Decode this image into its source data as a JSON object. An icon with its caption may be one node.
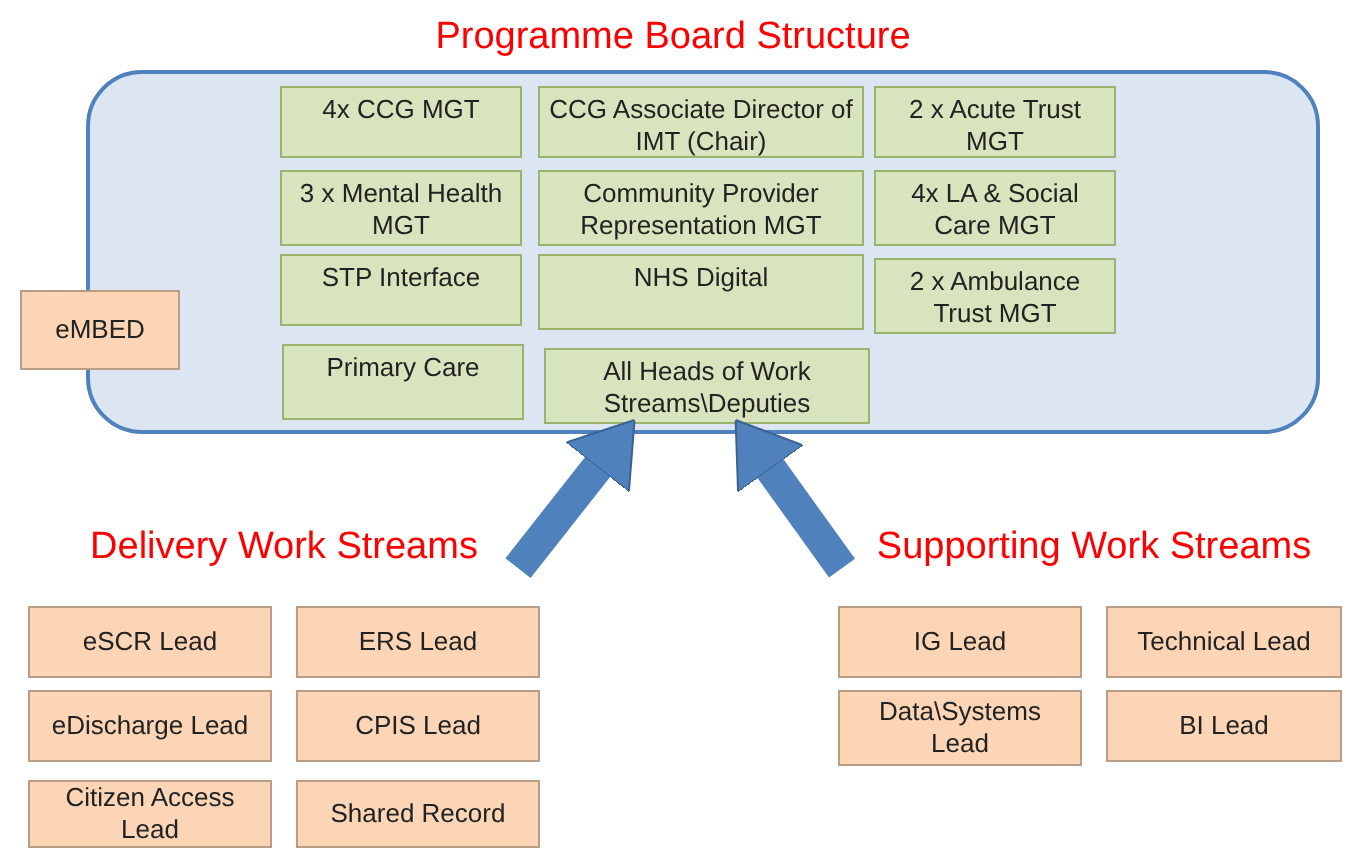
{
  "diagram": {
    "title": "Programme Board Structure",
    "nodes": [
      {
        "text": [],
        "shape": "box"
      },
      {
        "text": [
          "4x CCG MGT"
        ],
        "in": 0
      },
      {
        "text": [
          "CCG Associate Director of IMT (Chair)"
        ],
        "in": 0
      },
      {
        "text": [
          "2 x Acute Trust MGT"
        ],
        "in": 0
      },
      {
        "text": [
          "3 x Mental Health MGT"
        ],
        "in": 0
      },
      {
        "text": [
          "Community Provider Representation MGT"
        ],
        "in": 0
      },
      {
        "text": [
          "4x LA & Social Care MGT"
        ],
        "in": 0
      },
      {
        "text": [
          "STP Interface"
        ],
        "in": 0
      },
      {
        "text": [
          "NHS Digital"
        ],
        "in": 0
      },
      {
        "text": [
          "2 x Ambulance Trust MGT"
        ],
        "in": 0
      },
      {
        "text": [
          "Primary Care"
        ],
        "in": 0
      },
      {
        "text": [
          "All Heads of Work Streams\\Deputies"
        ],
        "in": 0
      },
      {
        "text": [
          "eMBED"
        ]
      },
      {
        "text": [
          "Delivery Work Streams"
        ]
      },
      {
        "text": [
          "Supporting Work Streams"
        ]
      },
      {
        "text": [
          "eSCR Lead"
        ]
      },
      {
        "text": [
          "ERS Lead"
        ]
      },
      {
        "text": [
          "eDischarge Lead"
        ]
      },
      {
        "text": [
          "CPIS Lead"
        ]
      },
      {
        "text": [
          "Citizen Access Lead"
        ]
      },
      {
        "text": [
          "Shared Record"
        ]
      },
      {
        "text": [
          "IG Lead"
        ]
      },
      {
        "text": [
          "Technical Lead"
        ]
      },
      {
        "text": [
          "Data\\Systems Lead"
        ]
      },
      {
        "text": [
          "BI Lead"
        ]
      }
    ],
    "edges": [
      {
        "from": 13,
        "to": 11,
        "arrow": "to"
      },
      {
        "from": 14,
        "to": 11,
        "arrow": "to"
      }
    ]
  }
}
